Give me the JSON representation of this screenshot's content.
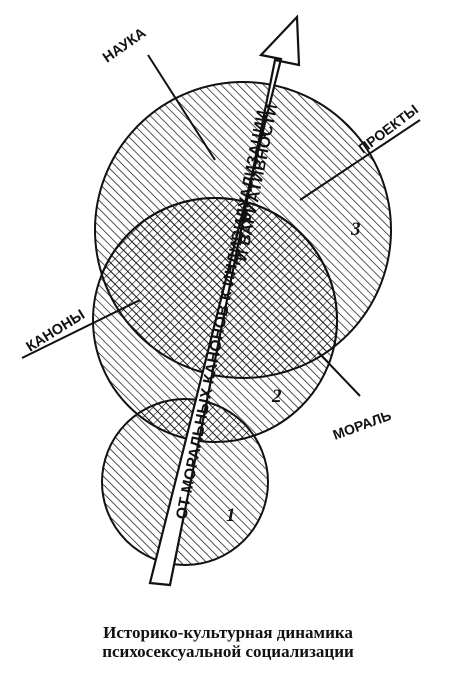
{
  "figure": {
    "labels": {
      "science": "НАУКА",
      "projects": "ПРОЕКТЫ",
      "canons": "КАНОНЫ",
      "morality": "МОРАЛЬ"
    },
    "numbers": [
      "1",
      "2",
      "3"
    ],
    "arrow_text_line1": "ОТ МОРАЛЬНЫХ КАНОНОВ К  ИНДИВИДУАЛИЗАЦИИ",
    "arrow_text_line2": "И ВАРИАТИВНОСТИ"
  },
  "caption": {
    "line1": "Историко-культурная динамика",
    "line2": "психосексуальной социализации"
  }
}
